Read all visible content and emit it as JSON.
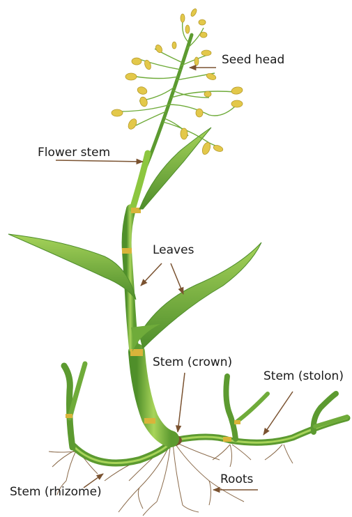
{
  "labels": {
    "seed_head": "Seed head",
    "flower_stem": "Flower stem",
    "leaves": "Leaves",
    "stem_crown": "Stem (crown)",
    "stem_stolon": "Stem (stolon)",
    "stem_rhizome": "Stem (rhizome)",
    "roots": "Roots"
  },
  "colors": {
    "stem": "#8cc63f",
    "stem_dark": "#4f8f2a",
    "node": "#d9b43a",
    "seed": "#e3c84a",
    "root": "#8a6a4a",
    "arrow": "#7a5230"
  }
}
